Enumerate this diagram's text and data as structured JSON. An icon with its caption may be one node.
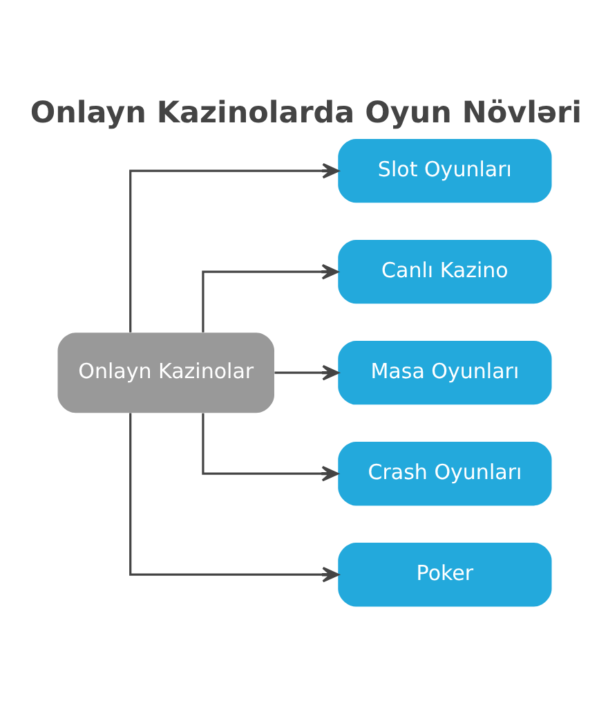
{
  "diagram": {
    "title": "Onlayn Kazinolarda Oyun Növləri",
    "nodes": [
      {
        "text": [
          "Onlayn Kazinolar"
        ]
      },
      {
        "text": [
          "Slot Oyunları"
        ]
      },
      {
        "text": [
          "Canlı Kazino"
        ]
      },
      {
        "text": [
          "Masa Oyunları"
        ]
      },
      {
        "text": [
          "Crash Oyunları"
        ]
      },
      {
        "text": [
          "Poker"
        ]
      }
    ],
    "edges": [
      {
        "from": 0,
        "to": 1,
        "arrow": "to"
      },
      {
        "from": 0,
        "to": 2,
        "arrow": "to"
      },
      {
        "from": 0,
        "to": 3,
        "arrow": "to"
      },
      {
        "from": 0,
        "to": 4,
        "arrow": "to"
      },
      {
        "from": 0,
        "to": 5,
        "arrow": "to"
      }
    ]
  }
}
